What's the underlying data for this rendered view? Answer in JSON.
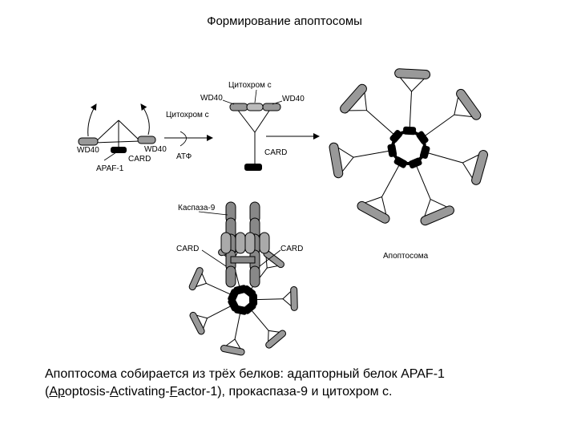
{
  "title": "Формирование апоптосомы",
  "labels": {
    "wd40_left": "WD40",
    "wd40_left2": "WD40",
    "card_apaf": "CARD",
    "apaf1": "APAF-1",
    "cytochrome_c_arrow": "Цитохром c",
    "atp": "АТФ",
    "cytochrome_c_top": "Цитохром c",
    "wd40_mid_left": "WD40",
    "wd40_mid_right": "WD40",
    "card_mid": "CARD",
    "apoptosome": "Апоптосома",
    "caspase9": "Каспаза-9",
    "card_bottom_left": "CARD",
    "card_bottom_right": "CARD"
  },
  "caption": {
    "line1": "Апоптосома собирается из трёх белков: адапторный белок APAF-1",
    "line2_open": "(",
    "ap_u": "Ap",
    "ap_rest": "optosis-",
    "a_u": "A",
    "a_rest": "ctivating-",
    "f_u": "F",
    "f_rest": "actor-1), прокаспаза-9 и цитохром c."
  }
}
